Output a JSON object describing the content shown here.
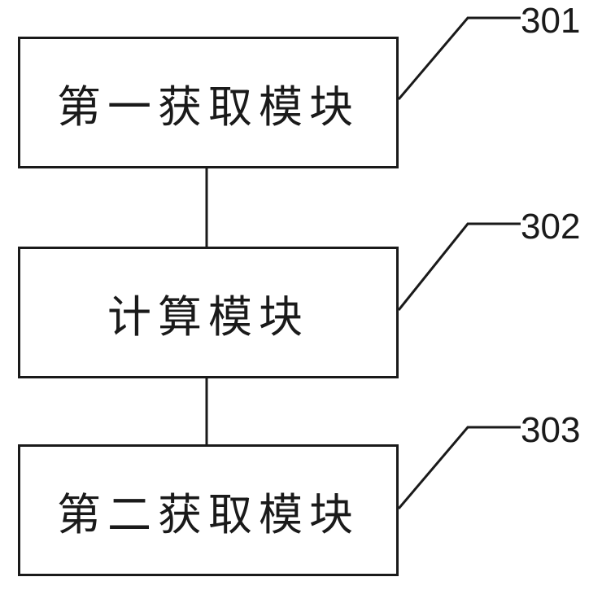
{
  "diagram": {
    "modules": [
      {
        "label": "第一获取模块",
        "ref": "301"
      },
      {
        "label": "计算模块",
        "ref": "302"
      },
      {
        "label": "第二获取模块",
        "ref": "303"
      }
    ],
    "colors": {
      "stroke": "#1a1a1a",
      "background": "#ffffff"
    }
  }
}
